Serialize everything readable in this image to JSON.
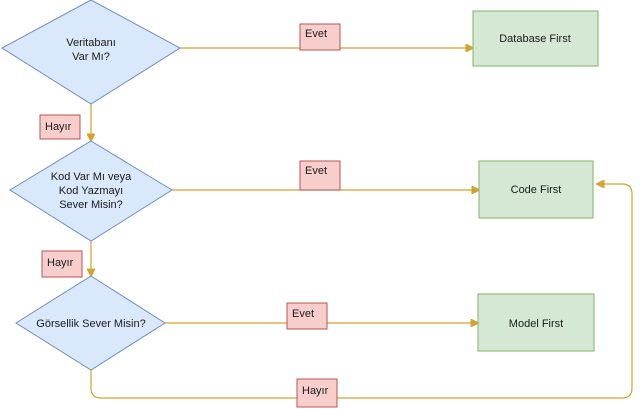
{
  "decisions": {
    "d1": {
      "lines": [
        "Veritabanı",
        "Var Mı?"
      ]
    },
    "d2": {
      "lines": [
        "Kod Var Mı veya",
        "Kod Yazmayı",
        "Sever Misin?"
      ]
    },
    "d3": {
      "lines": [
        "Görsellik Sever Misin?"
      ]
    }
  },
  "outcomes": {
    "database_first": "Database First",
    "code_first": "Code First",
    "model_first": "Model First"
  },
  "edge_labels": {
    "d1_yes": "Evet",
    "d1_no": "Hayır",
    "d2_yes": "Evet",
    "d2_no": "Hayır",
    "d3_yes": "Evet",
    "d3_no": "Hayır"
  }
}
